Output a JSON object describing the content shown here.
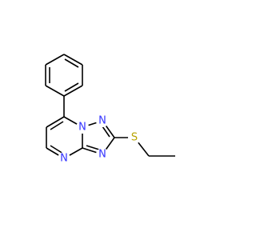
{
  "molecule": {
    "colors": {
      "nitrogen": "#3333ff",
      "sulfur": "#b8a300",
      "bond": "#000000"
    },
    "atoms": {
      "n1": "N",
      "n2": "N",
      "n3": "N",
      "n4": "N",
      "s": "S"
    }
  }
}
